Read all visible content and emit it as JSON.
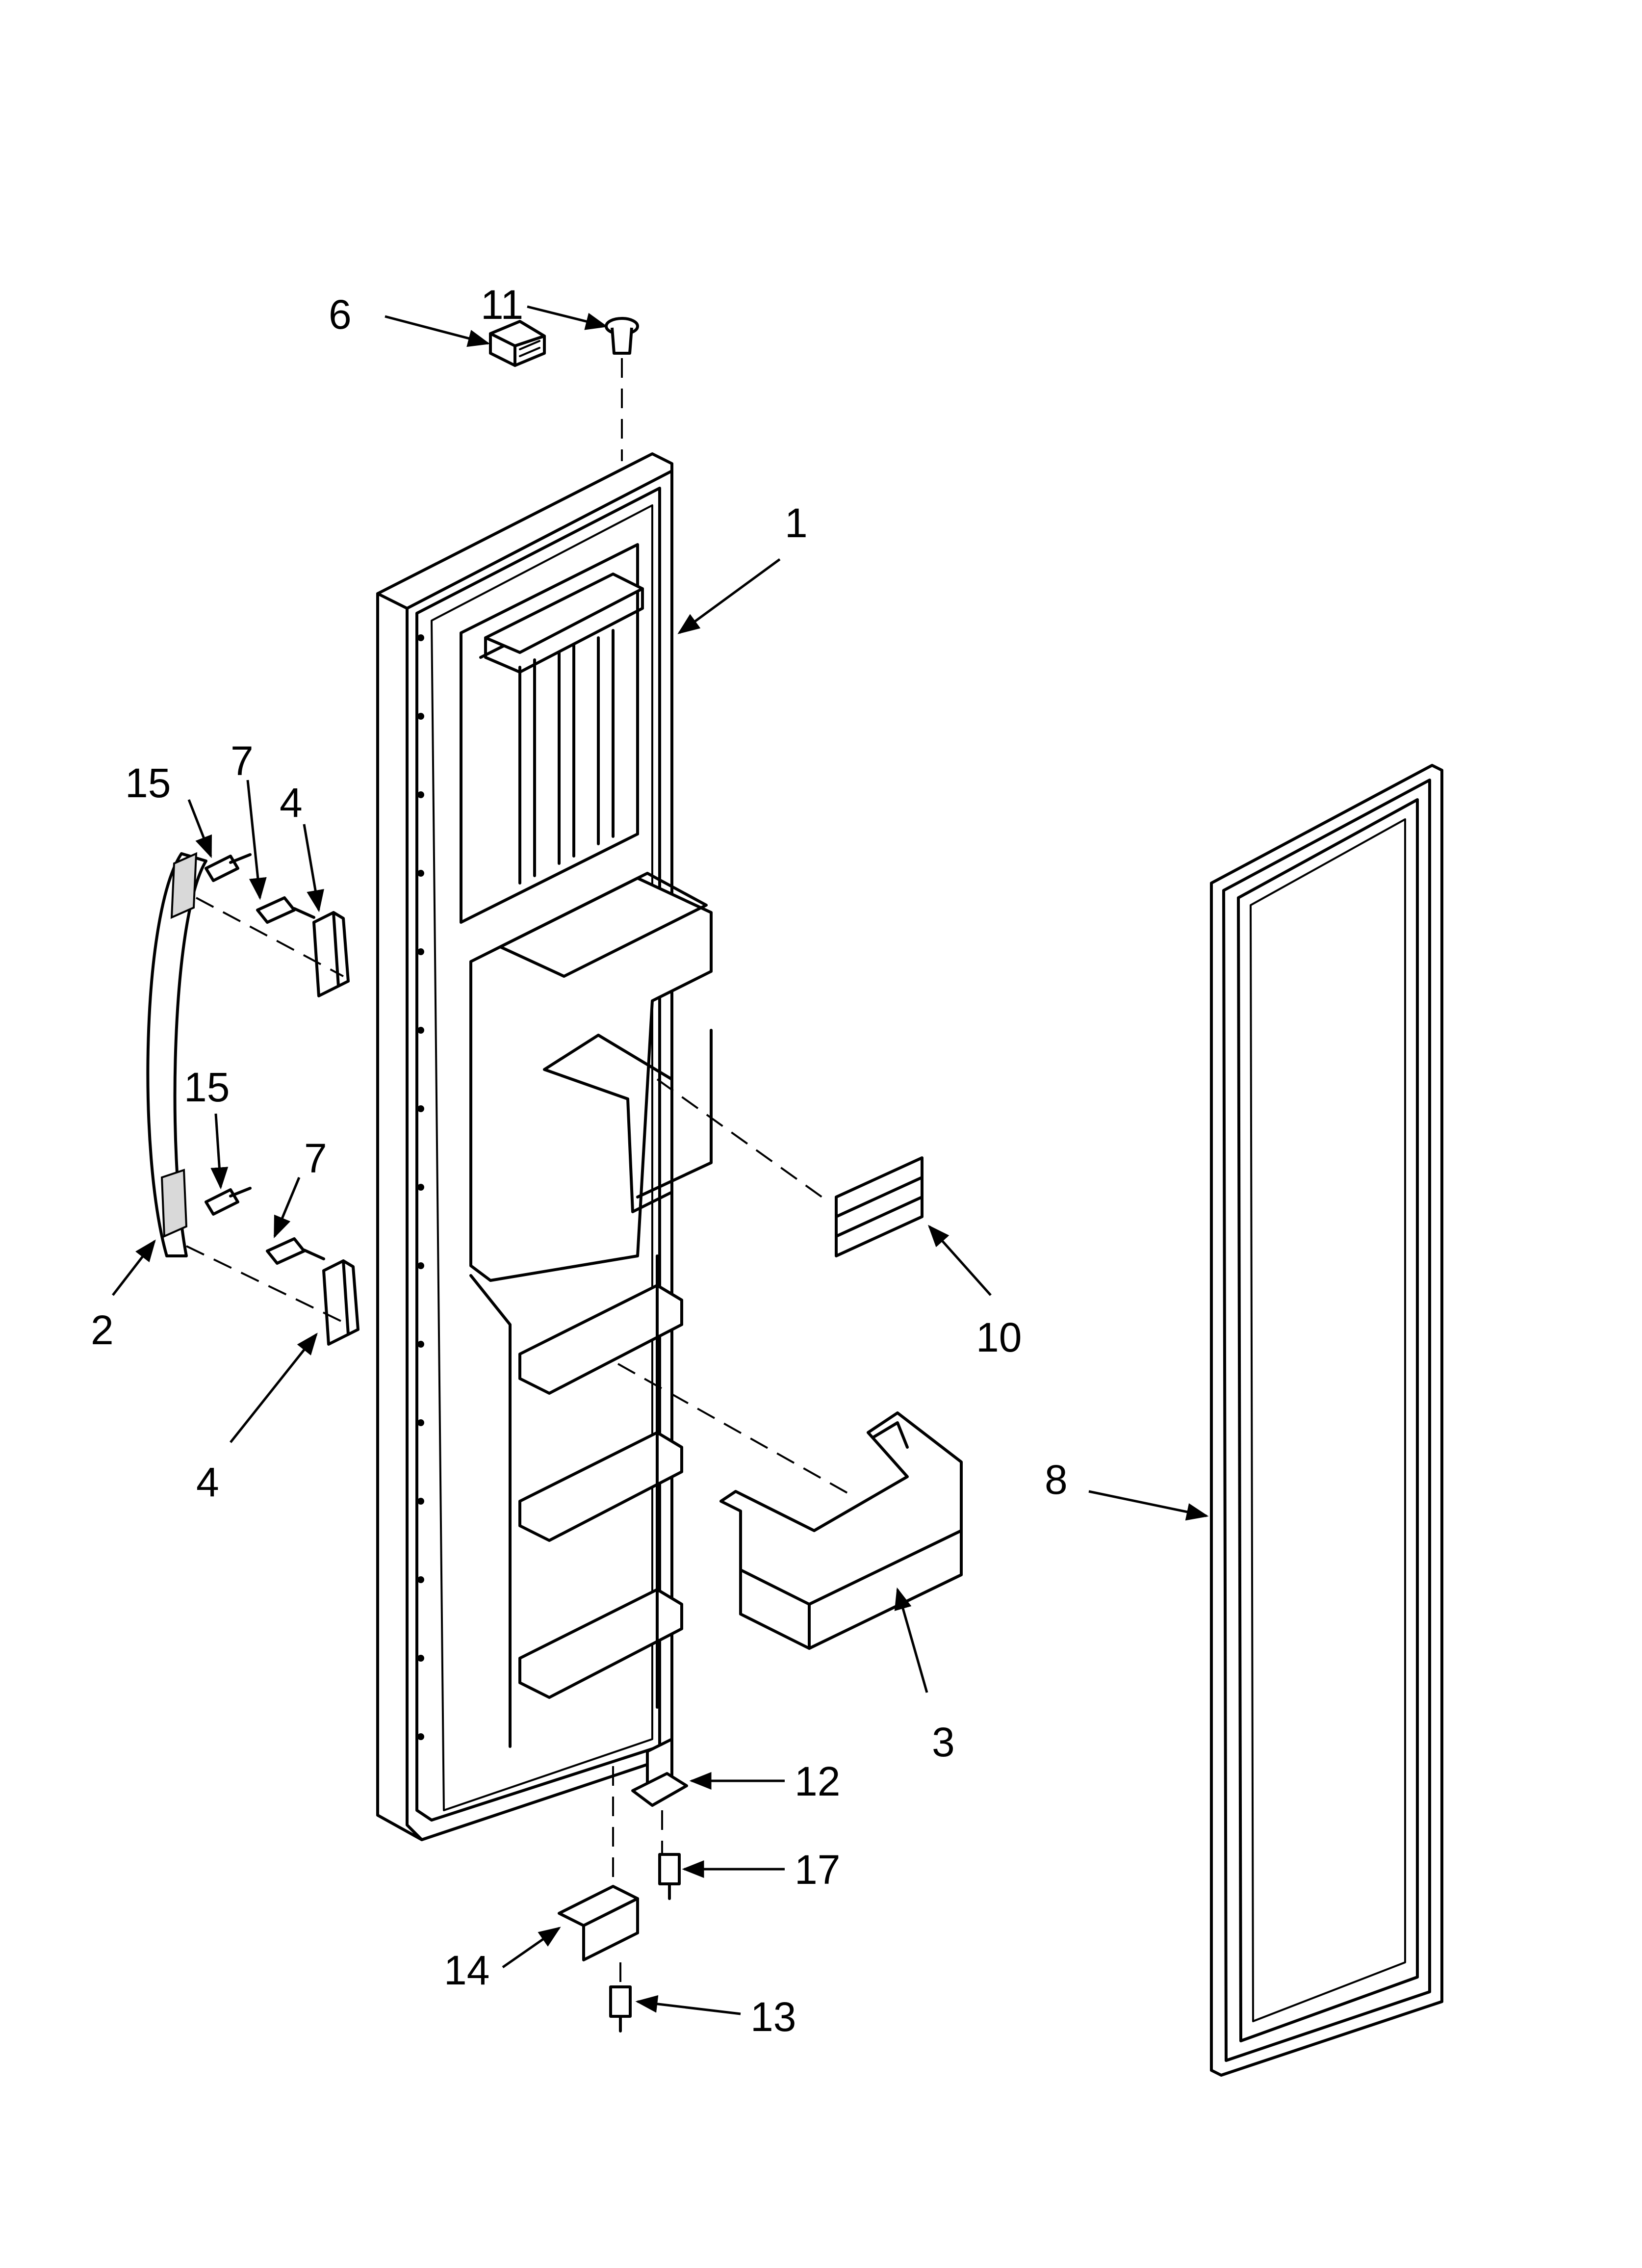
{
  "callouts": [
    {
      "id": "c1",
      "label": "1"
    },
    {
      "id": "c2",
      "label": "2"
    },
    {
      "id": "c3",
      "label": "3"
    },
    {
      "id": "c4a",
      "label": "4"
    },
    {
      "id": "c4b",
      "label": "4"
    },
    {
      "id": "c6",
      "label": "6"
    },
    {
      "id": "c7a",
      "label": "7"
    },
    {
      "id": "c7b",
      "label": "7"
    },
    {
      "id": "c8",
      "label": "8"
    },
    {
      "id": "c10",
      "label": "10"
    },
    {
      "id": "c11",
      "label": "11"
    },
    {
      "id": "c12",
      "label": "12"
    },
    {
      "id": "c13",
      "label": "13"
    },
    {
      "id": "c14",
      "label": "14"
    },
    {
      "id": "c15a",
      "label": "15"
    },
    {
      "id": "c15b",
      "label": "15"
    },
    {
      "id": "c17",
      "label": "17"
    }
  ],
  "colors": {
    "ink": "#000000",
    "paper": "#ffffff",
    "shade": "#d9d9d9"
  }
}
